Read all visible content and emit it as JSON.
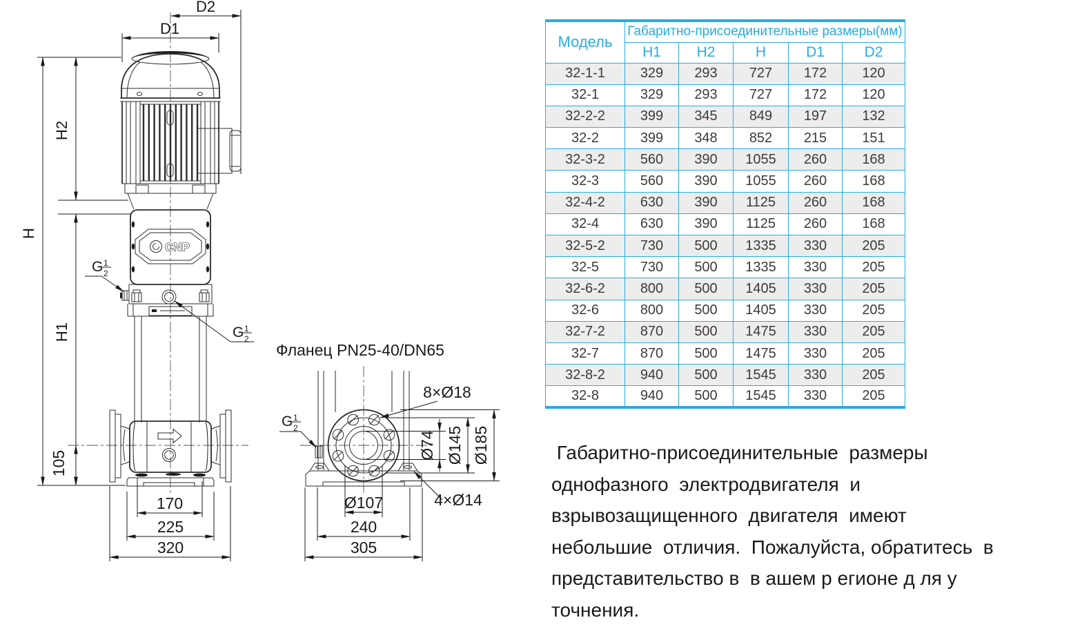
{
  "drawing": {
    "logo": "CNP",
    "dims": {
      "d1": "D1",
      "d2": "D2",
      "h": "H",
      "h1": "H1",
      "h2": "H2",
      "v105": "105",
      "v170": "170",
      "v225": "225",
      "v320": "320"
    },
    "g_thread": {
      "g": "G",
      "num": "1",
      "den": "2"
    },
    "flange": {
      "title": "Фланец PN25-40/DN65",
      "bolts": "8×Ø18",
      "d74": "Ø74",
      "d145": "Ø145",
      "d185": "Ø185",
      "d107": "Ø107",
      "base_bolts": "4×Ø14",
      "v240": "240",
      "v305": "305"
    }
  },
  "table": {
    "model_header": "Модель",
    "group_header": "Габаритно-присоединительные размеры(мм)",
    "columns": [
      "H1",
      "H2",
      "H",
      "D1",
      "D2"
    ],
    "rows": [
      {
        "model": "32-1-1",
        "values": [
          329,
          293,
          727,
          172,
          120
        ],
        "shaded": true
      },
      {
        "model": "32-1",
        "values": [
          329,
          293,
          727,
          172,
          120
        ],
        "shaded": false
      },
      {
        "model": "32-2-2",
        "values": [
          399,
          345,
          849,
          197,
          132
        ],
        "shaded": true
      },
      {
        "model": "32-2",
        "values": [
          399,
          348,
          852,
          215,
          151
        ],
        "shaded": false
      },
      {
        "model": "32-3-2",
        "values": [
          560,
          390,
          1055,
          260,
          168
        ],
        "shaded": true
      },
      {
        "model": "32-3",
        "values": [
          560,
          390,
          1055,
          260,
          168
        ],
        "shaded": false
      },
      {
        "model": "32-4-2",
        "values": [
          630,
          390,
          1125,
          260,
          168
        ],
        "shaded": true
      },
      {
        "model": "32-4",
        "values": [
          630,
          390,
          1125,
          260,
          168
        ],
        "shaded": false
      },
      {
        "model": "32-5-2",
        "values": [
          730,
          500,
          1335,
          330,
          205
        ],
        "shaded": true
      },
      {
        "model": "32-5",
        "values": [
          730,
          500,
          1335,
          330,
          205
        ],
        "shaded": false
      },
      {
        "model": "32-6-2",
        "values": [
          800,
          500,
          1405,
          330,
          205
        ],
        "shaded": true
      },
      {
        "model": "32-6",
        "values": [
          800,
          500,
          1405,
          330,
          205
        ],
        "shaded": false
      },
      {
        "model": "32-7-2",
        "values": [
          870,
          500,
          1475,
          330,
          205
        ],
        "shaded": true
      },
      {
        "model": "32-7",
        "values": [
          870,
          500,
          1475,
          330,
          205
        ],
        "shaded": false
      },
      {
        "model": "32-8-2",
        "values": [
          940,
          500,
          1545,
          330,
          205
        ],
        "shaded": true
      },
      {
        "model": "32-8",
        "values": [
          940,
          500,
          1545,
          330,
          205
        ],
        "shaded": false
      }
    ]
  },
  "note": {
    "lines": [
      " Габаритно-присоединительные  размеры",
      "однофазного  электродвигателя  и",
      "взрывозащищенного  двигателя  имеют",
      "небольшие  отличия.  Пожалуйста, обратитесь  в",
      "представительство в  в ашем р егионе д ля у",
      "точнения."
    ]
  },
  "colors": {
    "accent": "#29abe2",
    "row_shade": "#ededed",
    "value_text": "#3e3a39",
    "line": "#2b2b2b"
  }
}
